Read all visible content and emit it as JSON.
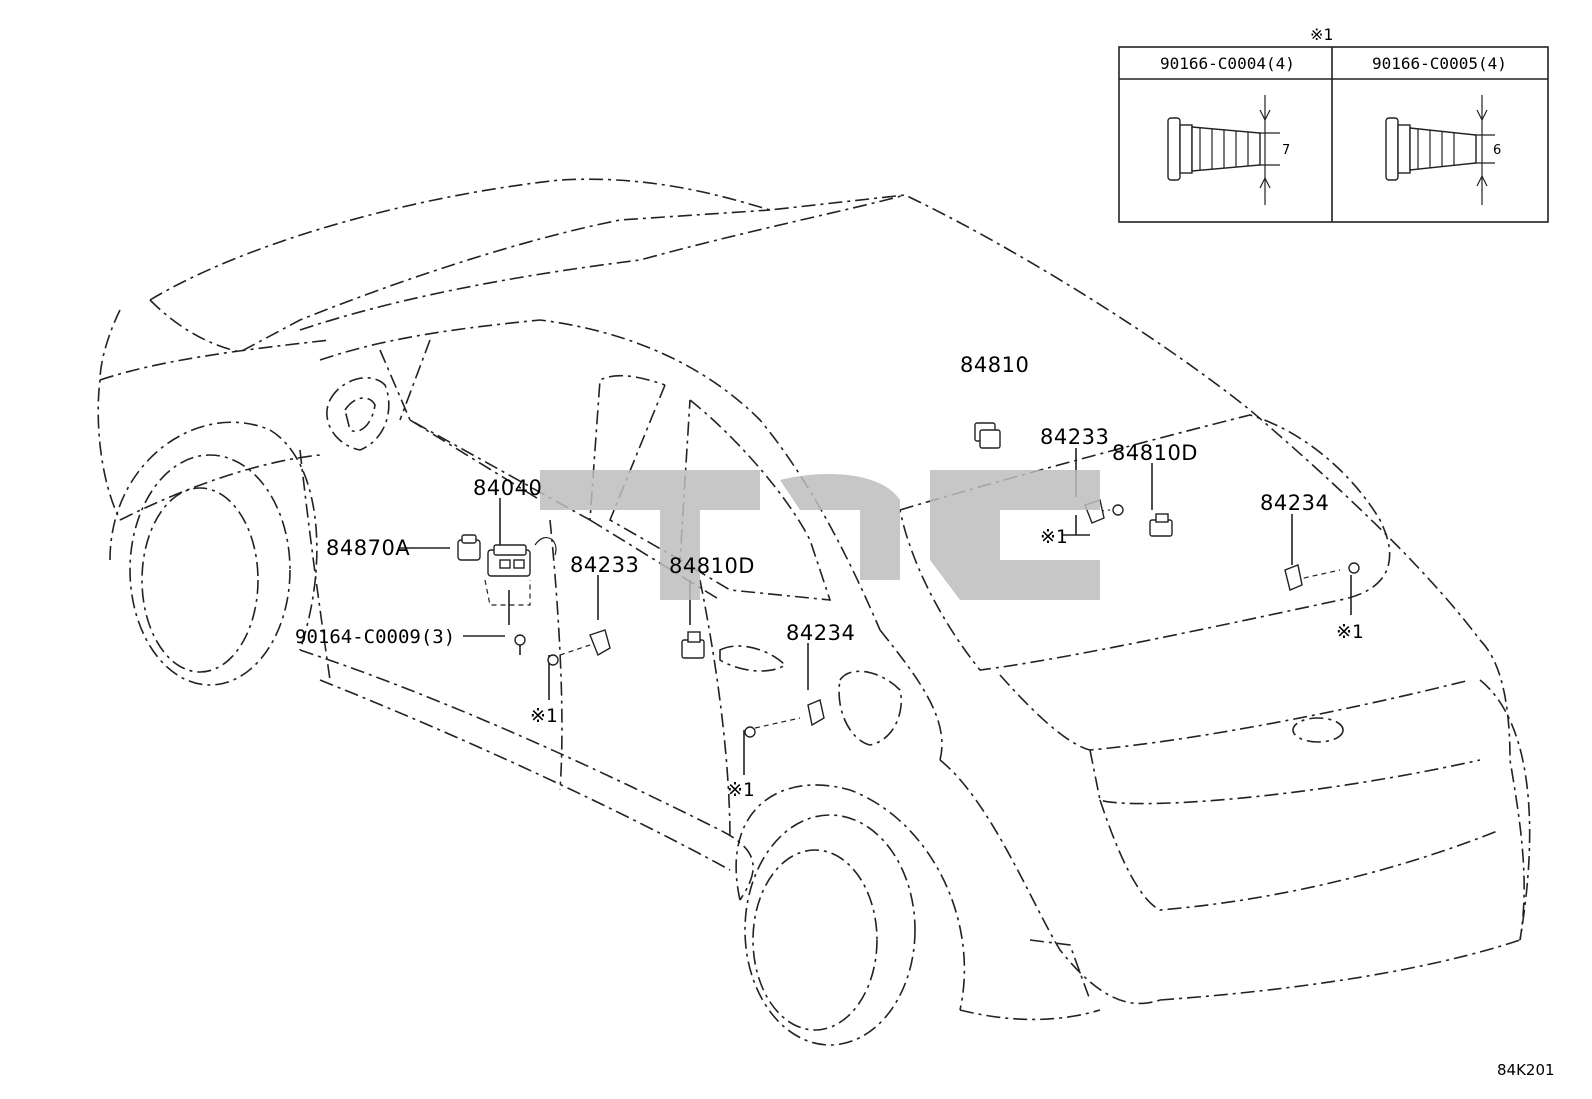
{
  "diagram_code": "84K201",
  "note_mark": "※1",
  "table": {
    "header_mark": "※1",
    "columns": [
      {
        "part": "90166-C0004(4)",
        "dimension": "7"
      },
      {
        "part": "90166-C0005(4)",
        "dimension": "6"
      }
    ]
  },
  "labels": {
    "p84810": "84810",
    "p84233_right": "84233",
    "p84810D_right": "84810D",
    "p84234_right": "84234",
    "p84040": "84040",
    "p84870A": "84870A",
    "p84233_left": "84233",
    "p84810D_left": "84810D",
    "p84234_mid": "84234",
    "p90164": "90164-C0009(3)"
  },
  "marks": {
    "m1": "※1",
    "m2": "※1",
    "m3": "※1",
    "m4": "※1"
  },
  "colors": {
    "line": "#222222",
    "watermark": "#bdbdbd"
  }
}
